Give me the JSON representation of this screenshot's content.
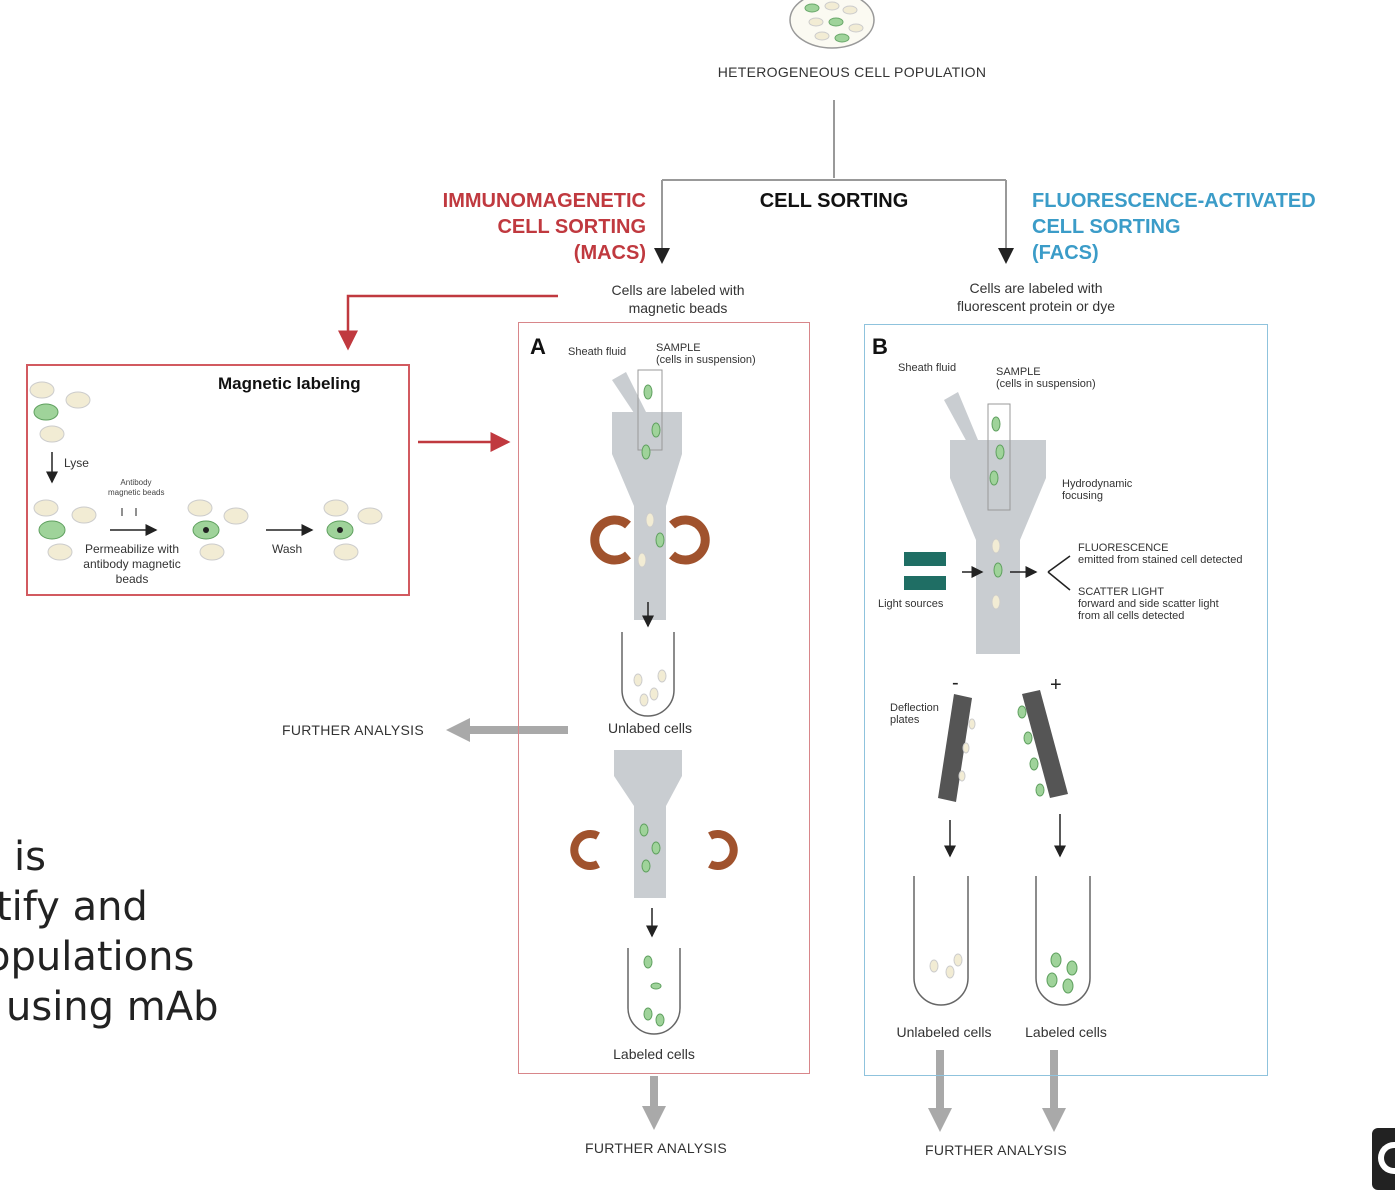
{
  "top": {
    "population_label": "HETEROGENEOUS CELL POPULATION",
    "cell_sorting": "CELL SORTING"
  },
  "macs": {
    "title_line1": "IMMUNOMAGENETIC",
    "title_line2": "CELL SORTING",
    "title_line3": "(MACS)",
    "labeled_line1": "Cells are labeled with",
    "labeled_line2": "magnetic beads",
    "color": "#c0393f"
  },
  "facs": {
    "title_line1": "FLUORESCENCE-ACTIVATED",
    "title_line2": "CELL SORTING",
    "title_line3": "(FACS)",
    "labeled_line1": "Cells are labeled with",
    "labeled_line2": "fluorescent protein or dye",
    "color": "#3b9cc8"
  },
  "magnetic_labeling": {
    "title": "Magnetic labeling",
    "lyse": "Lyse",
    "antibody_line1": "Antibody",
    "antibody_line2": "magnetic beads",
    "permeabilize_line1": "Permeabilize with",
    "permeabilize_line2": "antibody magnetic",
    "permeabilize_line3": "beads",
    "wash": "Wash"
  },
  "panel_a": {
    "letter": "A",
    "sheath_fluid": "Sheath fluid",
    "sample_line1": "SAMPLE",
    "sample_line2": "(cells in suspension)",
    "unlabeled": "Unlabed cells",
    "labeled": "Labeled cells"
  },
  "panel_b": {
    "letter": "B",
    "sheath_fluid": "Sheath fluid",
    "sample_line1": "SAMPLE",
    "sample_line2": "(cells in suspension)",
    "hydro_line1": "Hydrodynamic",
    "hydro_line2": "focusing",
    "fluorescence_line1": "FLUORESCENCE",
    "fluorescence_line2": "emitted from stained cell detected",
    "scatter_line1": "SCATTER LIGHT",
    "scatter_line2": "forward and side scatter light",
    "scatter_line3": "from all cells detected",
    "light_sources": "Light sources",
    "deflection_line1": "Deflection",
    "deflection_line2": "plates",
    "minus": "-",
    "plus": "+",
    "unlabeled": "Unlabeled cells",
    "labeled": "Labeled cells"
  },
  "further_analysis": "FURTHER ANALYSIS",
  "side_text": {
    "line1": "is",
    "line2": "tify and",
    "line3": "opulations",
    "line4": "using mAb"
  }
}
